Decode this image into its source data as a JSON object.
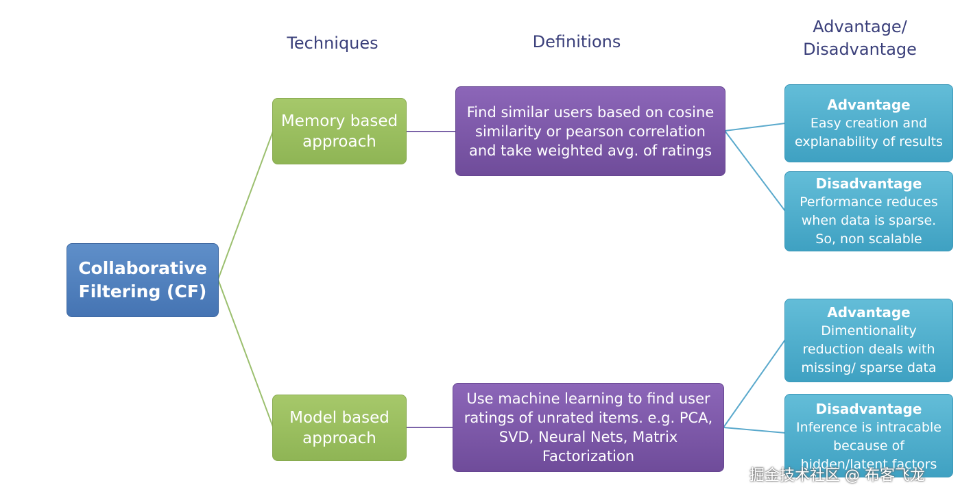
{
  "headers": {
    "techniques": "Techniques",
    "definitions": "Definitions",
    "advantage_line1": "Advantage/",
    "advantage_line2": "Disadvantage"
  },
  "root": {
    "line1": "Collaborative",
    "line2": "Filtering (CF)"
  },
  "memory": {
    "technique_line1": "Memory based",
    "technique_line2": "approach",
    "definition_lines": [
      "Find similar users based on cosine",
      "similarity or pearson correlation",
      "and take weighted avg. of ratings"
    ],
    "advantage": {
      "title": "Advantage",
      "lines": [
        "Easy creation and",
        "explanability of results"
      ]
    },
    "disadvantage": {
      "title": "Disadvantage",
      "lines": [
        "Performance reduces",
        "when data is sparse.",
        "So, non scalable"
      ]
    }
  },
  "model": {
    "technique_line1": "Model based",
    "technique_line2": "approach",
    "definition_lines": [
      "Use machine learning to find user",
      "ratings of unrated items. e.g. PCA,",
      "SVD, Neural Nets, Matrix",
      "Factorization"
    ],
    "advantage": {
      "title": "Advantage",
      "lines": [
        "Dimentionality",
        "reduction deals with",
        "missing/ sparse data"
      ]
    },
    "disadvantage": {
      "title": "Disadvantage",
      "lines": [
        "Inference is intracable",
        "because of",
        "hidden/latent factors"
      ]
    }
  },
  "watermark": "掘金技术社区 @ 布客飞龙",
  "colors": {
    "root": "#4f7fbe",
    "technique": "#9bbf5e",
    "definition": "#7b58a6",
    "advantage": "#4fb0ce",
    "header_text": "#3a3f7a"
  }
}
